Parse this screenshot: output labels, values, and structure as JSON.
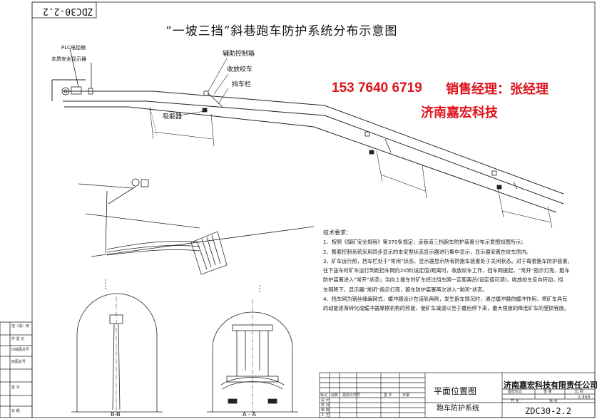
{
  "title": "“一坡三挡”斜巷跑车防护系统分布示意图",
  "drawing_number_top": "ZDC30-2.2",
  "labels": {
    "plc_box": "PLC电控箱",
    "local_display": "本质安全显示器",
    "aux_control_box": "辅助控制箱",
    "winch": "收放绞车",
    "barrier": "挡车栏",
    "absorber": "吸能器"
  },
  "contact": {
    "phone": "153 7640 6719",
    "manager": "销售经理：张经理",
    "company": "济南嘉宏科技"
  },
  "tech_requirements": {
    "heading": "技术要求：",
    "lines": [
      "1、按照《煤矿安全规程》第370条规定，该巷道三挡跑车防护装置分布示意图如图所示；",
      "2、整套控制系统采用同步显示的本安型状态显示器进行集中显示，显示器安置在绞车房内。",
      "3、矿车运行前，挡车栏处于“常闭”状态，显示器显示所有防跑车装置处于关闭状态。对于每套跑车防护装置，",
      "往下送车时矿车运行到距挡车网约20米(设定值)距离时，收放绞车工作，挡车网提起，“常开”指示灯亮，跑车",
      "防护装置进入“常开”状态；当向上提车时矿车经过挡车网一定距离后(设定值可调)，收放绞车反向转动，挡",
      "车网降下，显示器“常闭”指示灯亮，跑车防护装置再次进入“常闭”状态。",
      "4、挡车网为钢丝绳编网式，缓冲器设计在道轨两侧，发生跑车情况时，通过缓冲器的缓冲作用，将矿车具有",
      "的动能逐渐转化成缓冲器摩擦机构的热能，使矿车减速以至于最后停下来，最大限度的降低矿车的受损程度。"
    ]
  },
  "sections": {
    "b": "B-B",
    "a": "A - A"
  },
  "side_table": [
    "借（通）用",
    "件 登 记",
    "旧底图总号",
    "底图总号",
    "签    字",
    "日    期"
  ],
  "title_block": {
    "plan": "平面位置图",
    "system": "跑车防护系统",
    "company": "济南嘉宏科技有限责任公司",
    "number": "ZDC30-2.2",
    "scale": "1:350",
    "headers": [
      "标记",
      "处数",
      "更改文件号",
      "签 字",
      "日期"
    ],
    "roles": [
      "设 计",
      "校 对",
      "审 核",
      "工 艺"
    ],
    "stage": "图样标记",
    "weight": "重 量",
    "ratio": "比 例",
    "sheet": "共  张",
    "page": "第  张"
  }
}
